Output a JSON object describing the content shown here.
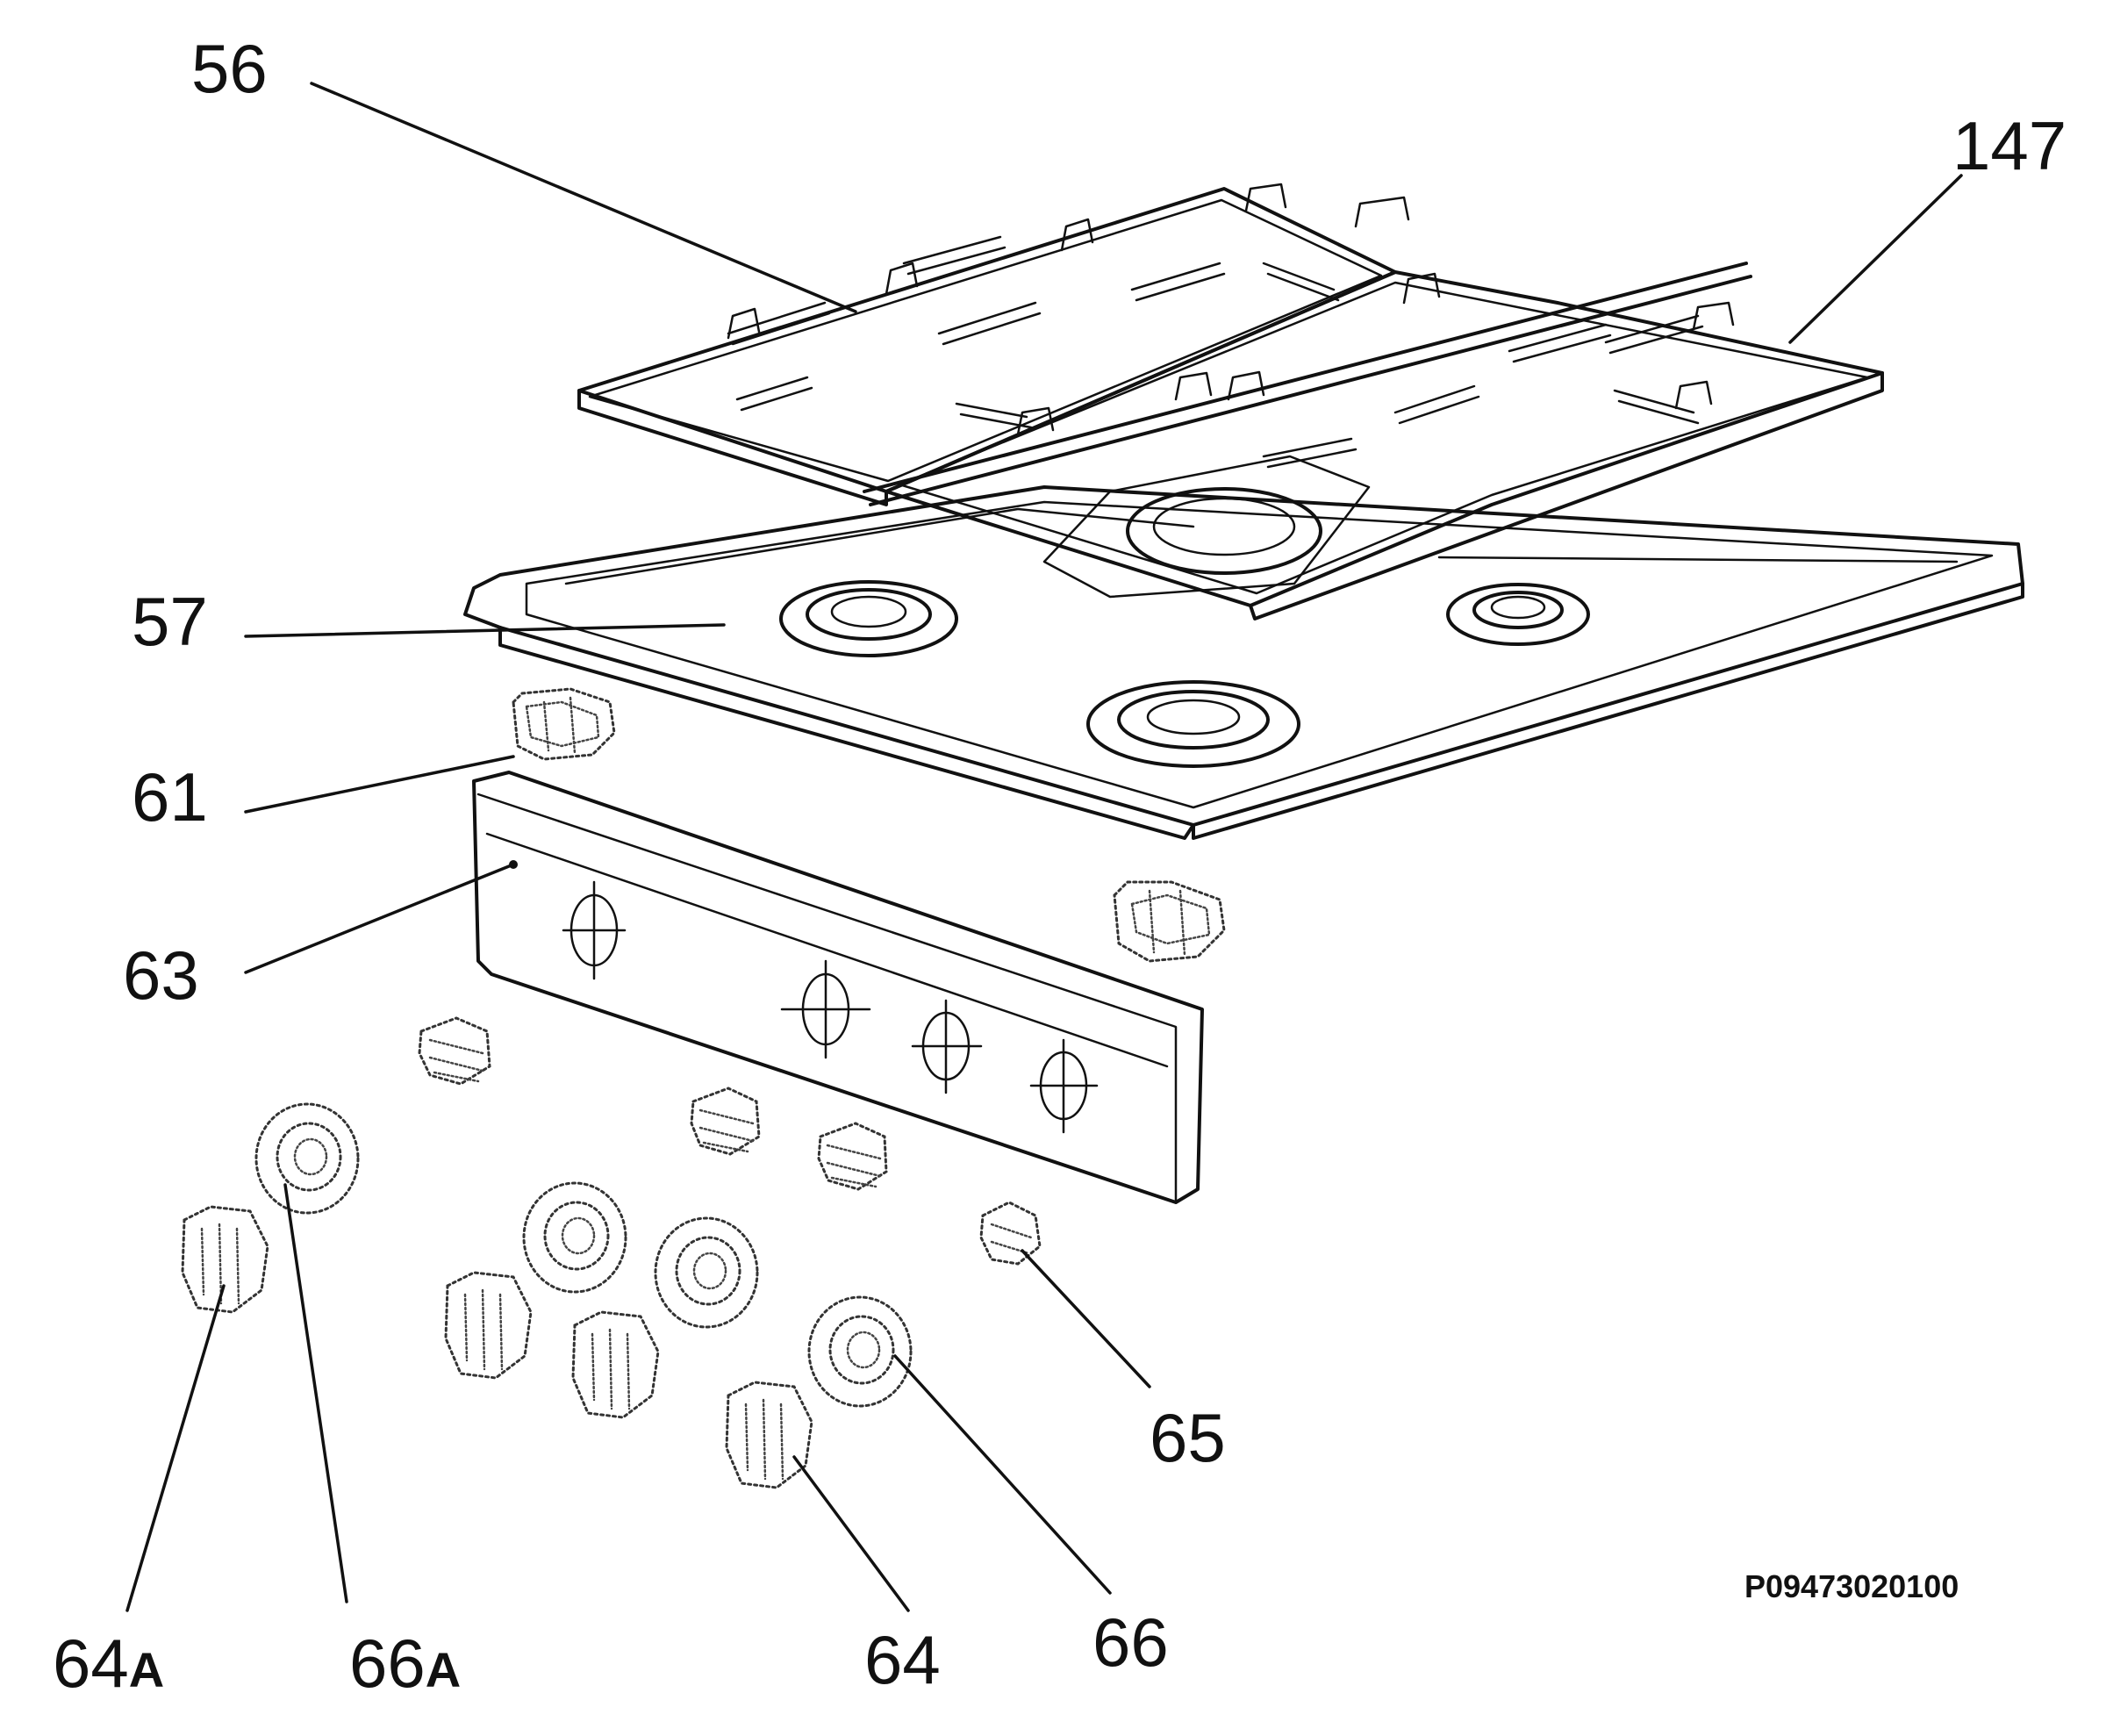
{
  "drawing_code": "P09473020100",
  "callouts": [
    {
      "id": "grid-pan-support",
      "text": "56",
      "suffix": ""
    },
    {
      "id": "grid-pan-support-right",
      "text": "147",
      "suffix": ""
    },
    {
      "id": "hob-top",
      "text": "57",
      "suffix": ""
    },
    {
      "id": "hinge-left",
      "text": "61",
      "suffix": ""
    },
    {
      "id": "control-panel",
      "text": "63",
      "suffix": ""
    },
    {
      "id": "knob-a",
      "text": "64",
      "suffix": "A"
    },
    {
      "id": "bezel-a",
      "text": "66",
      "suffix": "A"
    },
    {
      "id": "knob",
      "text": "64",
      "suffix": ""
    },
    {
      "id": "bezel",
      "text": "66",
      "suffix": ""
    },
    {
      "id": "ignition-button",
      "text": "65",
      "suffix": ""
    }
  ]
}
